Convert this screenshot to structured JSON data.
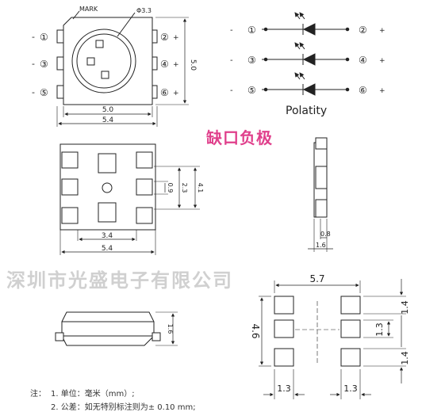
{
  "top_view": {
    "mark": "MARK",
    "phi": "Φ3.3",
    "height": "5.0",
    "inner_width": "5.0",
    "outer_width": "5.4",
    "pins_left": [
      {
        "sign": "-",
        "num": "①"
      },
      {
        "sign": "-",
        "num": "③"
      },
      {
        "sign": "-",
        "num": "⑤"
      }
    ],
    "pins_right": [
      {
        "num": "②",
        "sign": "+"
      },
      {
        "num": "④",
        "sign": "+"
      },
      {
        "num": "⑥",
        "sign": "+"
      }
    ]
  },
  "schematic": {
    "rows": [
      {
        "left_sign": "-",
        "left_num": "①",
        "right_num": "②",
        "right_sign": "+"
      },
      {
        "left_sign": "-",
        "left_num": "③",
        "right_num": "④",
        "right_sign": "+"
      },
      {
        "left_sign": "-",
        "left_num": "⑤",
        "right_num": "⑥",
        "right_sign": "+"
      }
    ],
    "label": "Polatity"
  },
  "cathode_note": "缺口负极",
  "bottom_view": {
    "dim_pitch": "0.9",
    "dim_mid": "2.3",
    "dim_height": "4.1",
    "dim_inner": "3.4",
    "dim_outer": "5.4"
  },
  "side_view_right": {
    "dim_a": "0.8",
    "dim_b": "1.6"
  },
  "side_view_bottom": {
    "dim_height": "1.6"
  },
  "watermark": "深圳市光盛电子有限公司",
  "footprint": {
    "width": "5.7",
    "height": "4.6",
    "pad_w_left": "1.3",
    "pad_w_right": "1.3",
    "pitch_top": "1.4",
    "pad_h": "1.3",
    "pitch_bottom": "1.4"
  },
  "notes": {
    "prefix": "注：",
    "line1": "1. 单位：毫米（mm）;",
    "line2": "2. 公差：如无特别标注则为± 0.10 mm;"
  }
}
